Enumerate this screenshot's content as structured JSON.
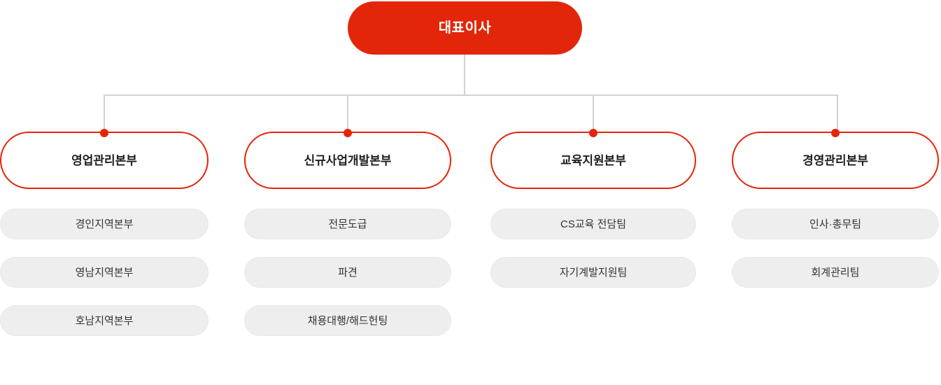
{
  "chart": {
    "type": "org-chart",
    "title": "대표이사",
    "colors": {
      "accent_red": "#e3260a",
      "connector_gray": "#d2d2d2",
      "pill_gray": "#eeeeee",
      "division_text": "#1f1f1f",
      "sub_text": "#333333",
      "root_text": "#ffffff",
      "background": "#ffffff"
    }
  },
  "root": {
    "label": "대표이사"
  },
  "divisions": [
    {
      "label": "영업관리본부",
      "children": [
        {
          "label": "경인지역본부"
        },
        {
          "label": "영남지역본부"
        },
        {
          "label": "호남지역본부"
        }
      ]
    },
    {
      "label": "신규사업개발본부",
      "children": [
        {
          "label": "전문도급"
        },
        {
          "label": "파견"
        },
        {
          "label": "채용대행/해드헌팅"
        }
      ]
    },
    {
      "label": "교육지원본부",
      "children": [
        {
          "label": "CS교육 전담팀"
        },
        {
          "label": "자기계발지원팀"
        }
      ]
    },
    {
      "label": "경영관리본부",
      "children": [
        {
          "label": "인사·총무팀"
        },
        {
          "label": "회계관리팀"
        }
      ]
    }
  ]
}
